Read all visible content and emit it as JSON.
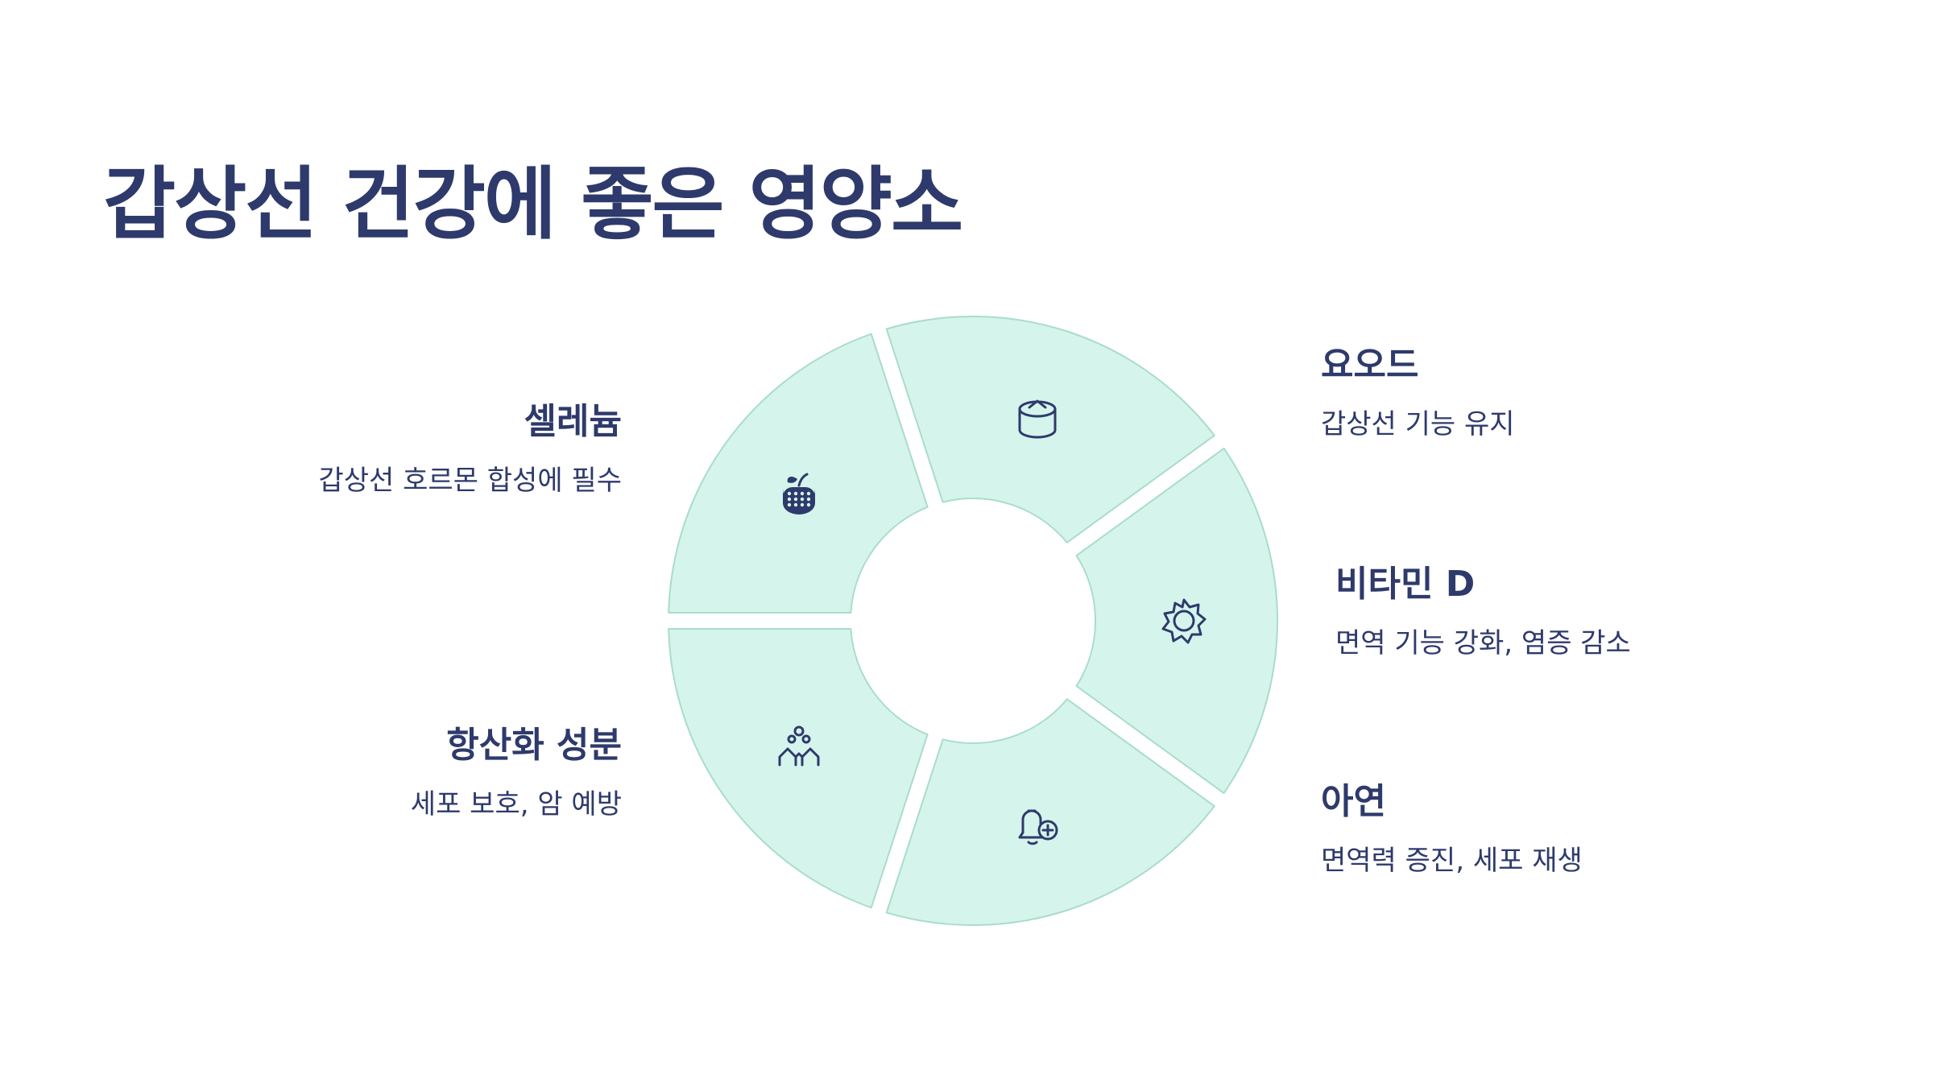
{
  "title": "갑상선 건강에 좋은 영양소",
  "colors": {
    "segment_fill": "#d5f4ec",
    "segment_stroke": "#a9dccb",
    "text": "#2e3a6b"
  },
  "nutrients": [
    {
      "name": "요오드",
      "desc": "갑상선 기능 유지",
      "icon": "database-icon"
    },
    {
      "name": "비타민 D",
      "desc": "면역 기능 강화, 염증 감소",
      "icon": "sun-icon"
    },
    {
      "name": "아연",
      "desc": "면역력 증진, 세포 재생",
      "icon": "bell-plus-icon"
    },
    {
      "name": "항산화 성분",
      "desc": "세포 보호, 암 예방",
      "icon": "people-icon"
    },
    {
      "name": "셀레늄",
      "desc": "갑상선 호르몬 합성에 필수",
      "icon": "apple-icon"
    }
  ]
}
